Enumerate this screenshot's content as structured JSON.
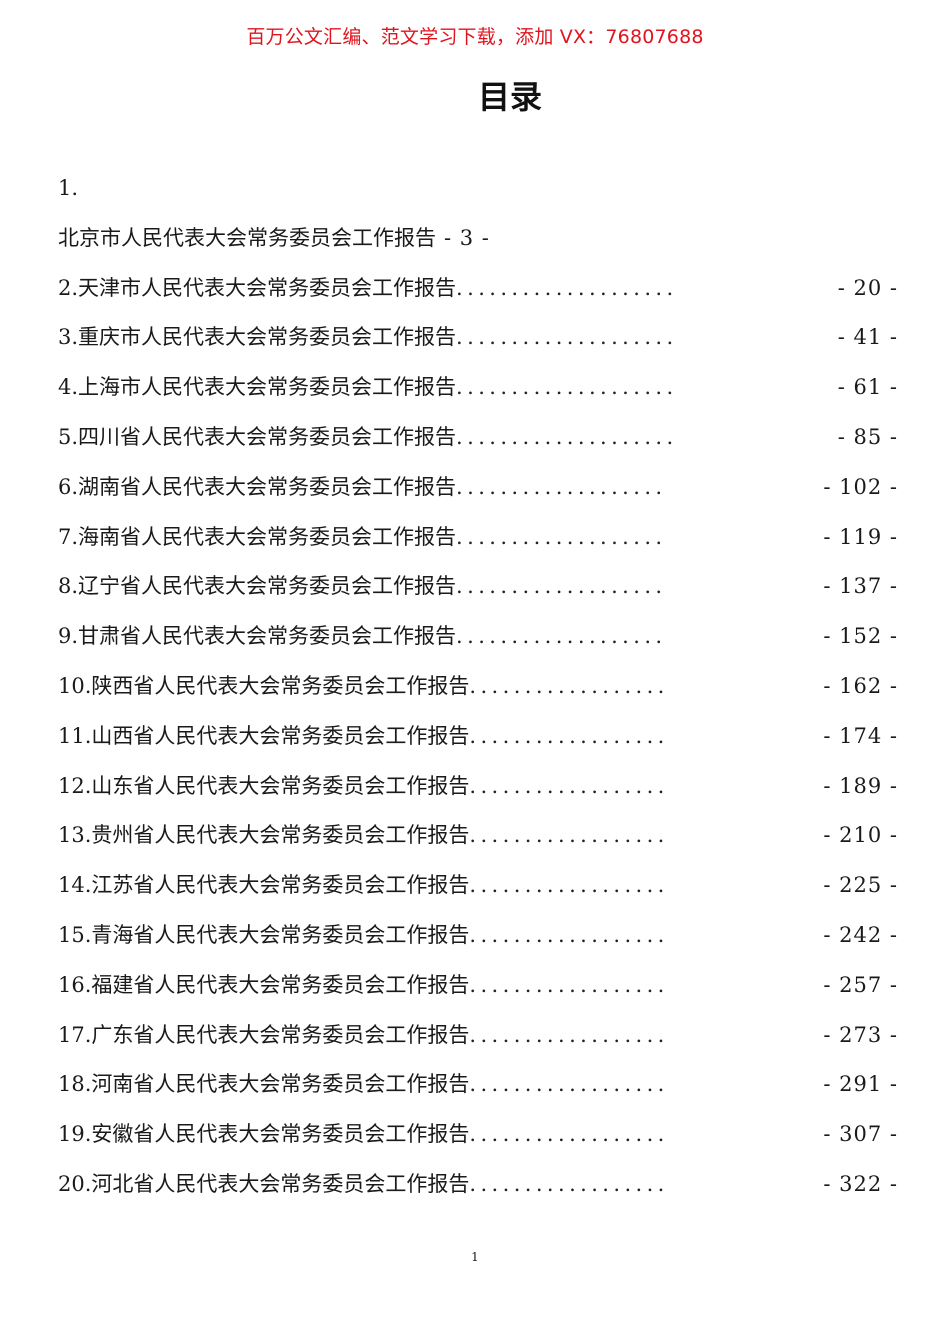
{
  "watermark": "百万公文汇编、范文学习下载，添加 VX：76807688",
  "title": "目录",
  "entries_first": {
    "number": "1.",
    "text": "北京市人民代表大会常务委员会工作报告",
    "page": "- 3 -"
  },
  "entries": [
    {
      "number": "2.",
      "text": "天津市人民代表大会常务委员会工作报告",
      "dots": "....................",
      "page": "- 20 -"
    },
    {
      "number": "3.",
      "text": "重庆市人民代表大会常务委员会工作报告",
      "dots": "....................",
      "page": "- 41 -"
    },
    {
      "number": "4.",
      "text": "上海市人民代表大会常务委员会工作报告",
      "dots": "....................",
      "page": "- 61 -"
    },
    {
      "number": "5.",
      "text": "四川省人民代表大会常务委员会工作报告",
      "dots": "....................",
      "page": "- 85 -"
    },
    {
      "number": "6.",
      "text": "湖南省人民代表大会常务委员会工作报告",
      "dots": "...................",
      "page": "- 102 -"
    },
    {
      "number": "7.",
      "text": "海南省人民代表大会常务委员会工作报告",
      "dots": "...................",
      "page": "- 119 -"
    },
    {
      "number": "8.",
      "text": "辽宁省人民代表大会常务委员会工作报告",
      "dots": "...................",
      "page": "- 137 -"
    },
    {
      "number": "9.",
      "text": "甘肃省人民代表大会常务委员会工作报告",
      "dots": "...................",
      "page": "- 152 -"
    },
    {
      "number": "10.",
      "text": "陕西省人民代表大会常务委员会工作报告",
      "dots": "..................",
      "page": "- 162 -"
    },
    {
      "number": "11.",
      "text": "山西省人民代表大会常务委员会工作报告",
      "dots": "..................",
      "page": "- 174 -"
    },
    {
      "number": "12.",
      "text": "山东省人民代表大会常务委员会工作报告",
      "dots": "..................",
      "page": "- 189 -"
    },
    {
      "number": "13.",
      "text": "贵州省人民代表大会常务委员会工作报告",
      "dots": "..................",
      "page": "- 210 -"
    },
    {
      "number": "14.",
      "text": "江苏省人民代表大会常务委员会工作报告",
      "dots": "..................",
      "page": "- 225 -"
    },
    {
      "number": "15.",
      "text": "青海省人民代表大会常务委员会工作报告",
      "dots": "..................",
      "page": "- 242 -"
    },
    {
      "number": "16.",
      "text": "福建省人民代表大会常务委员会工作报告",
      "dots": "..................",
      "page": "- 257 -"
    },
    {
      "number": "17.",
      "text": "广东省人民代表大会常务委员会工作报告",
      "dots": "..................",
      "page": "- 273 -"
    },
    {
      "number": "18.",
      "text": "河南省人民代表大会常务委员会工作报告",
      "dots": "..................",
      "page": "- 291 -"
    },
    {
      "number": "19.",
      "text": "安徽省人民代表大会常务委员会工作报告",
      "dots": "..................",
      "page": "- 307 -"
    },
    {
      "number": "20.",
      "text": "河北省人民代表大会常务委员会工作报告",
      "dots": "..................",
      "page": "- 322 -"
    }
  ],
  "footer": {
    "page_number": "1"
  }
}
